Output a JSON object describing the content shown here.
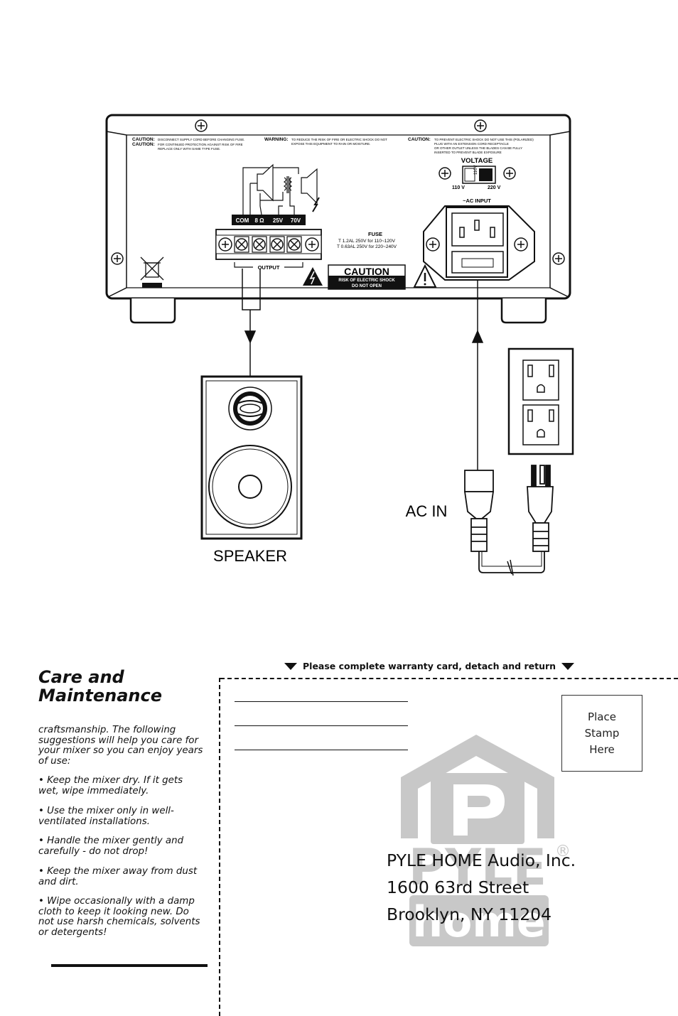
{
  "diagram": {
    "panel": {
      "caution_left_label1": "CAUTION:",
      "caution_left_text1": "DISCONNECT SUPPLY CORD BEFORE CHANGING FUSE.",
      "caution_left_label2": "CAUTION:",
      "caution_left_text2a": "FOR CONTINUED PROTECTION AGAINST RISK OF FIRE",
      "caution_left_text2b": "REPLACE ONLY WITH SAME TYPE FUSE.",
      "warning_label": "WARNING:",
      "warning_text_a": "TO REDUCE THE RISK OF FIRE OR ELECTRIC SHOCK DO NOT",
      "warning_text_b": "EXPOSE THIS EQUIPMENT TO RAIN OR MOISTURE.",
      "caution_right_label": "CAUTION:",
      "caution_right_text_a": "TO PREVENT ELECTRIC SHOCK DO NOT USE THIS (POLARIZED)",
      "caution_right_text_b": "PLUG WITH AN EXTENSION CORD RECEPTACLE",
      "caution_right_text_c": "OR OTHER OUTLET UNLESS THE BLADES CAN BE FULLY",
      "caution_right_text_d": "INSERTED TO PREVENT BLADE EXPOSURE",
      "voltage_label": "VOLTAGE",
      "voltage_switch_text": "110V",
      "voltage_110": "110 V",
      "voltage_220": "220 V",
      "ac_input_label": "~AC INPUT",
      "terminals": [
        "COM",
        "8 Ω",
        "25V",
        "70V"
      ],
      "output_label": "OUTPUT",
      "fuse_label": "FUSE",
      "fuse_line1": "T 1.2AL 250V for 110~120V",
      "fuse_line2": "T 0.63AL 250V for 220~240V",
      "caution_big": "CAUTION",
      "caution_sub1": "RISK OF ELECTRIC SHOCK",
      "caution_sub2": "DO NOT OPEN"
    },
    "speaker_label": "SPEAKER",
    "ac_in_label": "AC IN"
  },
  "care": {
    "title_line1": "Care and",
    "title_line2": "Maintenance",
    "intro": "craftsmanship. The following suggestions will help you care for your mixer so you can enjoy years of use:",
    "tips": [
      "• Keep the mixer dry. If it gets wet, wipe immediately.",
      "• Use the mixer only in well-ventilated installations.",
      "• Handle the mixer gently and carefully - do not drop!",
      "• Keep the mixer away from dust and dirt.",
      "• Wipe occasionally with a damp cloth to keep it looking new. Do not use harsh chemicals, solvents or detergents!"
    ]
  },
  "warranty": {
    "instruction": "Please complete warranty card, detach and return",
    "stamp_line1": "Place",
    "stamp_line2": "Stamp",
    "stamp_line3": "Here",
    "address_line1": "PYLE HOME Audio, Inc.",
    "address_line2": "1600 63rd Street",
    "address_line3": "Brooklyn, NY 11204",
    "logo_text": "PYLE",
    "logo_subtext": "home",
    "logo_mark": "®"
  }
}
